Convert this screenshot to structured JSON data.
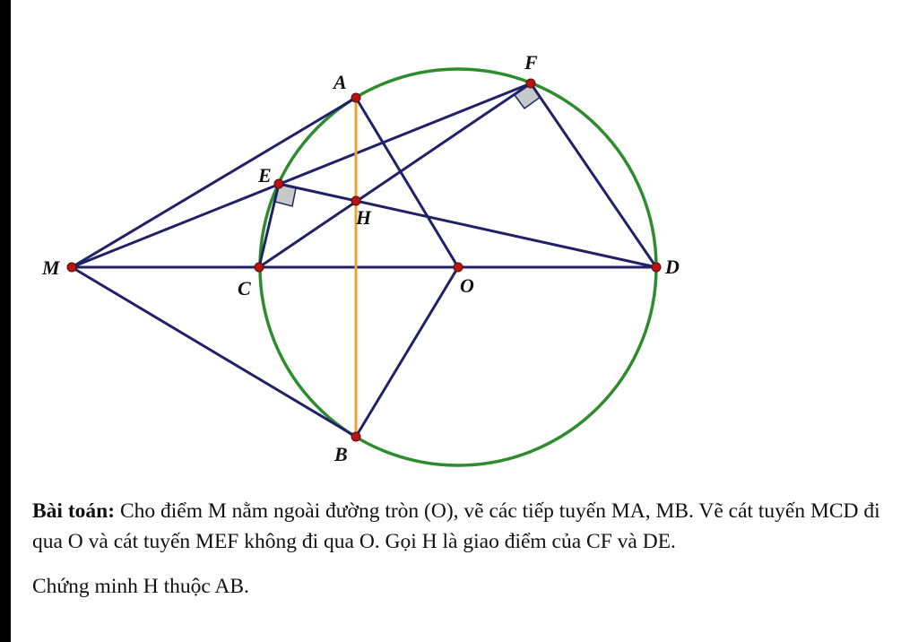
{
  "figure": {
    "colors": {
      "circle": "#2e8b2e",
      "segment": "#1f2266",
      "chord_ab": "#f0a030",
      "point": "#b81414",
      "right_angle_fill": "#c8c8c8"
    },
    "points": {
      "A": "A",
      "B": "B",
      "C": "C",
      "D": "D",
      "E": "E",
      "F": "F",
      "H": "H",
      "M": "M",
      "O": "O"
    }
  },
  "problem": {
    "heading": "Bài toán:",
    "statement": " Cho điểm M nằm ngoài đường tròn (O), vẽ các tiếp tuyến MA, MB. Vẽ cát tuyến MCD đi qua O  và cát tuyến MEF không đi qua O. Gọi H là giao điểm của CF và DE.",
    "task": "Chứng minh H thuộc AB."
  }
}
